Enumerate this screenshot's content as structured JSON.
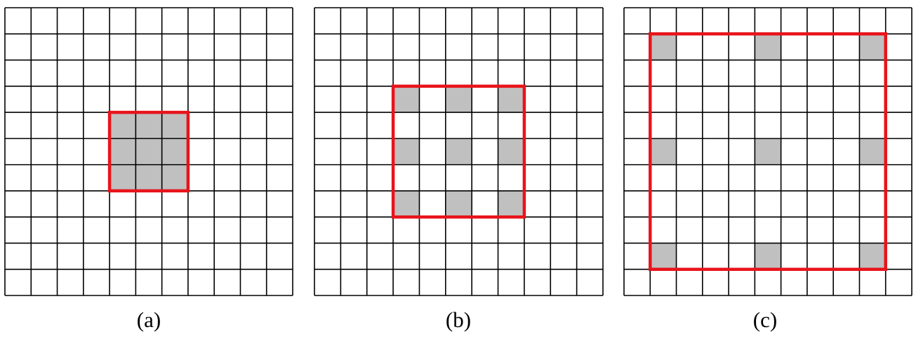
{
  "colors": {
    "grid_line": "#000000",
    "filled_cell": "#c0c0c0",
    "highlight_box": "#e8141a",
    "background": "#ffffff"
  },
  "panels": [
    {
      "caption": "(a)",
      "grid_size": 11,
      "dilation": 1,
      "kernel_origin_cell": [
        4,
        4
      ],
      "kernel_size": 3
    },
    {
      "caption": "(b)",
      "grid_size": 11,
      "dilation": 2,
      "kernel_origin_cell": [
        3,
        3
      ],
      "kernel_size": 3
    },
    {
      "caption": "(c)",
      "grid_size": 11,
      "dilation": 4,
      "kernel_origin_cell": [
        1,
        1
      ],
      "kernel_size": 3
    }
  ]
}
